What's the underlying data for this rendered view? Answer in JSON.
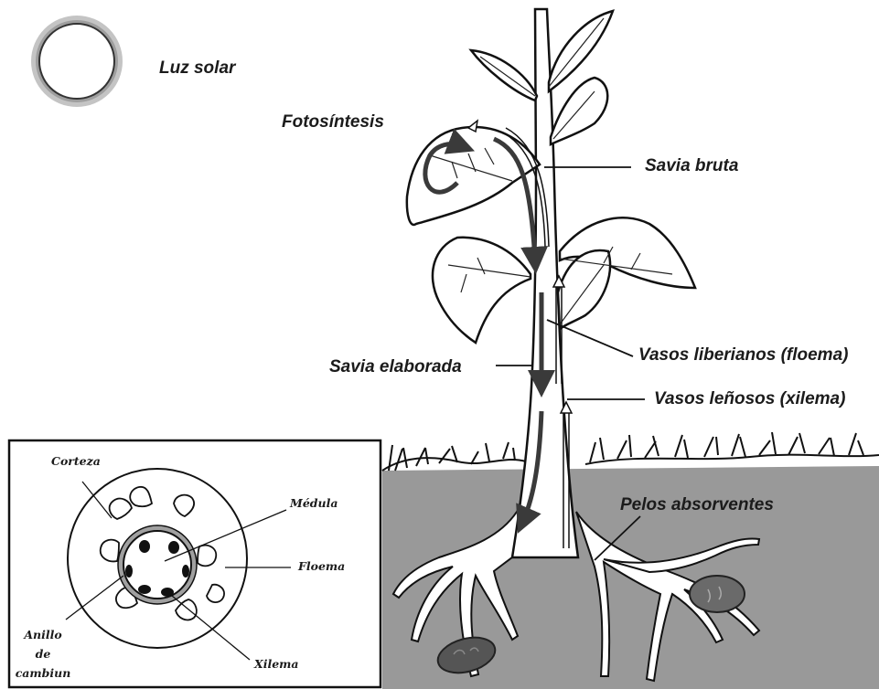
{
  "labels": {
    "sunlight": "Luz solar",
    "photosynthesis": "Fotosíntesis",
    "raw_sap": "Savia bruta",
    "processed_sap": "Savia elaborada",
    "phloem_vessels": "Vasos liberianos (floema)",
    "xylem_vessels": "Vasos leñosos (xilema)",
    "root_hairs": "Pelos absorventes"
  },
  "inset": {
    "cortex": "Corteza",
    "pith": "Médula",
    "phloem": "Floema",
    "cambium_ring": [
      "Anillo",
      "de",
      "cambiun"
    ],
    "xylem": "Xilema"
  },
  "colors": {
    "soil": "#999999",
    "arrow_dark": "#3a3a3a",
    "sun_ring": "#a9a9a9",
    "ink": "#1b1b1b"
  }
}
